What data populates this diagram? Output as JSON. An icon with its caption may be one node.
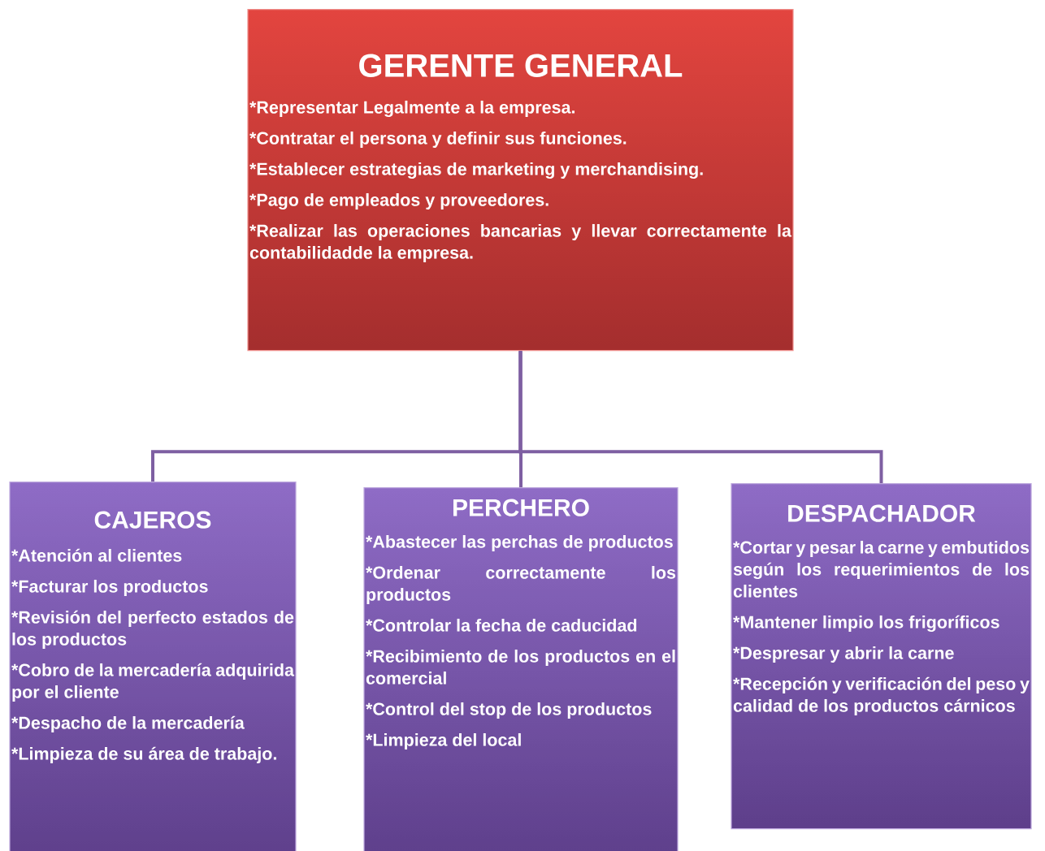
{
  "diagram": {
    "nodes": [
      {
        "text": [
          "GERENTE GENERAL",
          "*Representar Legalmente a la empresa.",
          "*Contratar el persona y definir sus funciones.",
          "*Establecer estrategias de marketing y merchandising.",
          "*Pago de empleados y proveedores.",
          "*Realizar las operaciones bancarias y llevar correctamente la contabilidadde la empresa."
        ]
      },
      {
        "text": [
          "CAJEROS",
          "*Atención al clientes",
          "*Facturar los productos",
          "*Revisión del perfecto estados de los productos",
          "*Cobro de la mercadería adquirida por el cliente",
          "*Despacho de la mercadería",
          "*Limpieza de su área de trabajo."
        ]
      },
      {
        "text": [
          "PERCHERO",
          "*Abastecer las perchas de productos",
          "*Ordenar correctamente los productos",
          "*Controlar la fecha de caducidad",
          "*Recibimiento de los productos en el comercial",
          "*Control del stop de los productos",
          "*Limpieza del local"
        ]
      },
      {
        "text": [
          "DESPACHADOR",
          "*Cortar y pesar la carne y embutidos según los requerimientos de los clientes",
          "*Mantener limpio los frigoríficos",
          "*Despresar y abrir la carne",
          "*Recepción y verificación del peso y calidad de los productos cárnicos"
        ]
      }
    ],
    "edges": [
      {
        "from": 0,
        "to": 1,
        "arrow": "none"
      },
      {
        "from": 0,
        "to": 2,
        "arrow": "none"
      },
      {
        "from": 0,
        "to": 3,
        "arrow": "none"
      }
    ]
  }
}
